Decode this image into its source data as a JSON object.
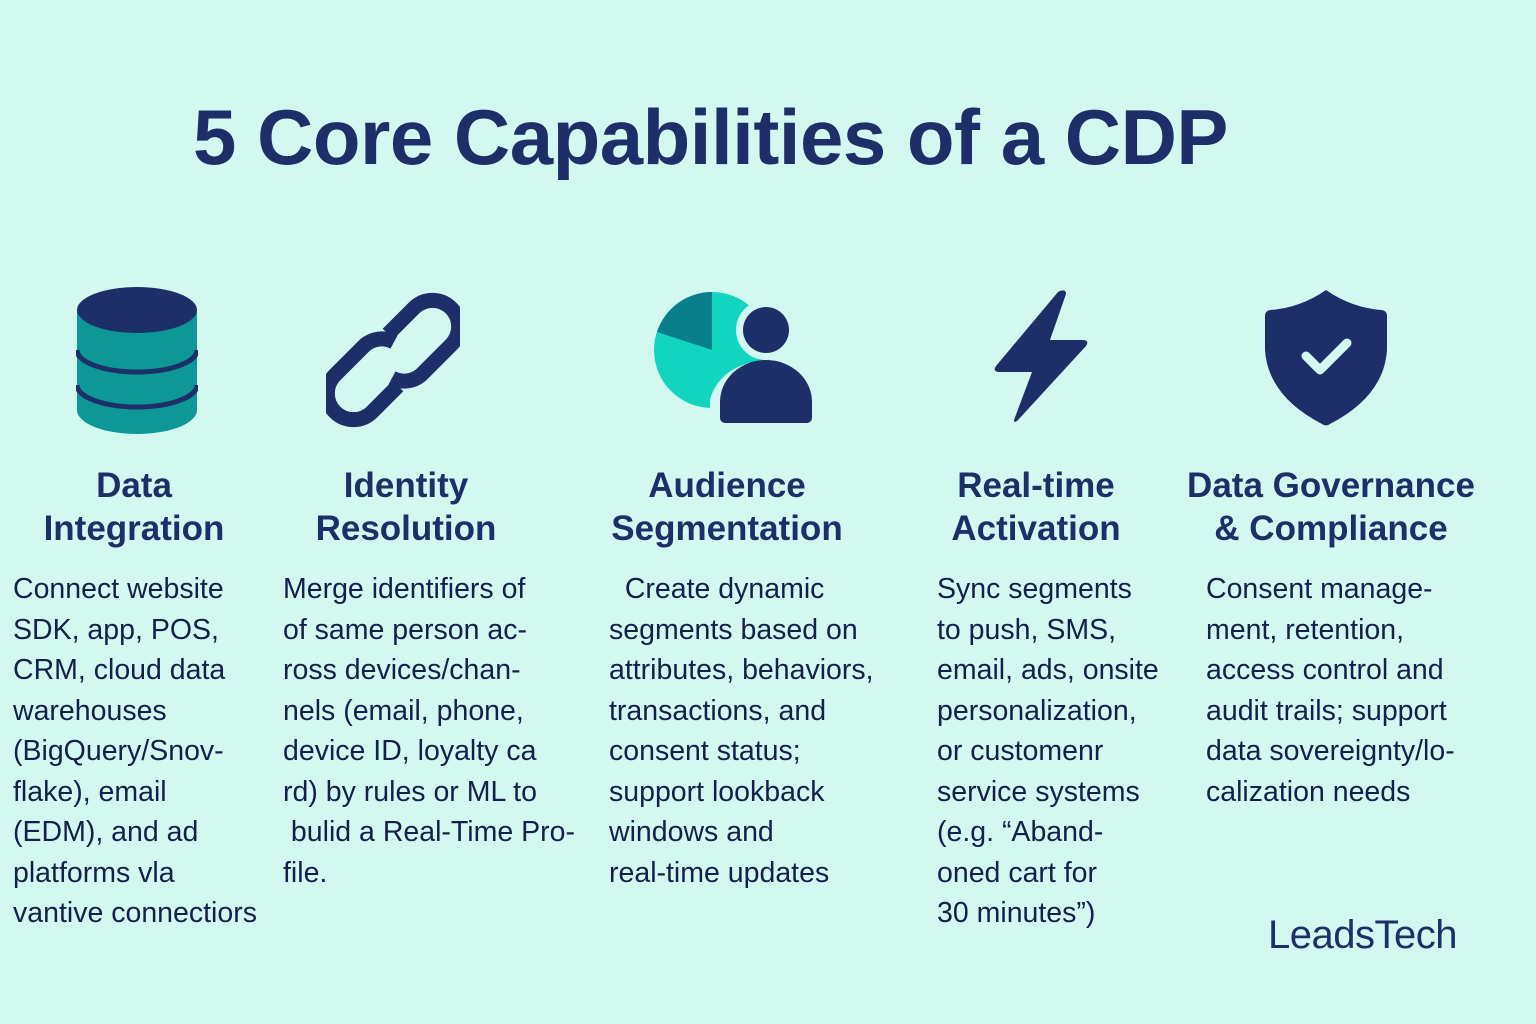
{
  "title": "5 Core Capabilities of a CDP",
  "colors": {
    "background": "#d3f8f0",
    "navy": "#1d2f68",
    "teal": "#0e9797",
    "light_teal": "#12d5c0",
    "dark_teal": "#0a7f8c"
  },
  "capabilities": [
    {
      "icon": "database-icon",
      "heading_line1": "Data",
      "heading_line2": "Integration",
      "description": "Connect website\nSDK, app, POS,\nCRM, cloud data\nwarehouses\n(BigQuery/Snov-\nflake), email\n(EDM), and ad\nplatforms vla\nvantive connectiors"
    },
    {
      "icon": "link-icon",
      "heading_line1": "Identity",
      "heading_line2": "Resolution",
      "description": "Merge identifiers of\nof same person ac-\nross devices/chan-\nnels (email, phone,\ndevice ID, loyalty ca\nrd) by rules or ML to\n bulid a Real-Time Pro-\nfile."
    },
    {
      "icon": "audience-pie-user-icon",
      "heading_line1": "Audience",
      "heading_line2": "Segmentation",
      "description": "  Create dynamic\nsegments based on\nattributes, behaviors,\ntransactions, and\nconsent status;\nsupport lookback\nwindows and\nreal-time updates"
    },
    {
      "icon": "lightning-bolt-icon",
      "heading_line1": "Real-time",
      "heading_line2": "Activation",
      "description": "Sync segments\nto push, SMS,\nemail, ads, onsite\npersonalization,\nor customenr\nservice systems\n(e.g. “Aband-\noned cart for\n30 minutes”)"
    },
    {
      "icon": "shield-check-icon",
      "heading_line1": "Data Governance",
      "heading_line2": "& Compliance",
      "description": "Consent manage-\nment, retention,\naccess control and\naudit trails; support\ndata sovereignty/lo-\ncalization needs"
    }
  ],
  "brand": "LeadsTech"
}
